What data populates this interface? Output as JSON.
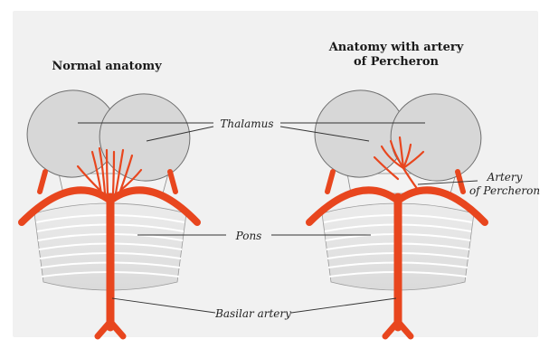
{
  "panels": [
    {
      "title_lines": [
        "Normal anatomy"
      ]
    },
    {
      "title_lines": [
        "Anatomy with artery",
        "of Percheron"
      ]
    }
  ],
  "labels": {
    "thalamus": "Thalamus",
    "pons": "Pons",
    "basilar_artery": "Basilar artery",
    "artery_of_percheron_lines": [
      "Artery",
      "of Percheron"
    ]
  },
  "colors": {
    "background": "#f1f1f1",
    "artery": "#e8461e",
    "thalamus_fill": "#d7d7d7",
    "thalamus_stroke": "#6f6f6f",
    "pons_fill": "#e4e4e4",
    "pons_line": "#ffffff"
  }
}
